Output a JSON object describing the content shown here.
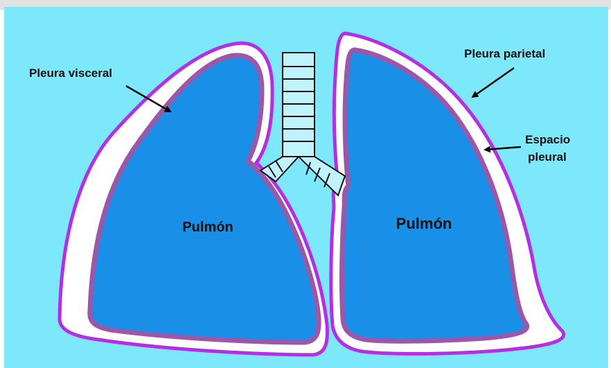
{
  "labels": {
    "pleura_visceral": "Pleura visceral",
    "pleura_parietal": "Pleura parietal",
    "espacio_line1": "Espacio",
    "espacio_line2": "pleural",
    "pulmon_left": "Pulmón",
    "pulmon_right": "Pulmón"
  },
  "colors": {
    "background": "#7ee8fb",
    "outer_frame_shadow": "#c9c9c9",
    "parietal_stroke": "#b22fe6",
    "pleural_space": "#ffffff",
    "visceral_stroke": "#9b57a8",
    "lung_fill": "#1a8fe8",
    "trachea_fill": "#bff4ff",
    "trachea_stroke": "#111111",
    "arrow": "#000000"
  },
  "icons": [
    "arrow-icon"
  ]
}
